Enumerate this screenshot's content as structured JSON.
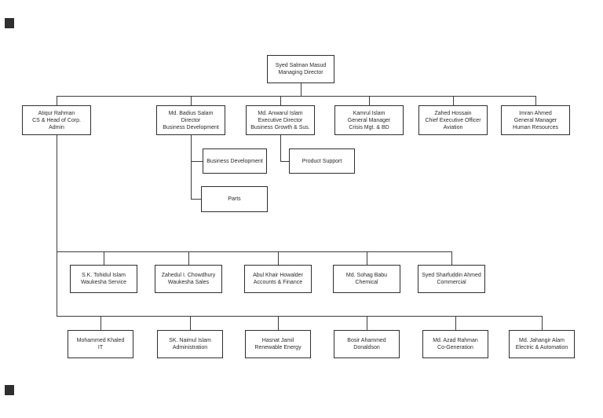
{
  "document": {
    "type": "organization-chart"
  },
  "nodes": {
    "md": [
      "Syed Salman Masud",
      "Managing Director"
    ],
    "row2": [
      [
        "Atiqur Rahman",
        "CS & Head of Corp.",
        "Admin"
      ],
      [
        "Md. Badius Salam",
        "Director",
        "Business Development"
      ],
      [
        "Md. Anwarul Islam",
        "Executive Director",
        "Business Growth & Sus."
      ],
      [
        "Kamrul Islam",
        "General Manager",
        "Crisis Mgt. &  BD"
      ],
      [
        "Zahed Hossain",
        "Chief Executive Officer",
        "Aviation"
      ],
      [
        "Imran Ahmed",
        "General Manager",
        "Human Resources"
      ]
    ],
    "sub": [
      [
        "Business Development"
      ],
      [
        "Product Support"
      ],
      [
        "Parts"
      ]
    ],
    "row3": [
      [
        "S.K. Tohidul Islam",
        "Waukesha Service"
      ],
      [
        "Zahedul I. Chowdhury",
        "Waukesha Sales"
      ],
      [
        "Abul Khair Howalder",
        "Accounts & Finance"
      ],
      [
        "Md. Sohag Babu",
        "Chemical"
      ],
      [
        "Syed Sharfuddin Ahmed",
        "Commercial"
      ]
    ],
    "row4": [
      [
        "Mohammed Khaled",
        "IT"
      ],
      [
        "SK. Naimul Islam",
        "Administration"
      ],
      [
        "Hasnat Jamil",
        "Renewable Energy"
      ],
      [
        "Bosir Ahammed",
        "Donaldson"
      ],
      [
        "Md. Azad Rahman",
        "Co-Generation"
      ],
      [
        "Md. Jahangir Alam",
        "Electric & Automation"
      ]
    ],
    "colors": {
      "line": "#3c3c3c",
      "box_border": "#2e2e2e",
      "text": "#2a2a2a"
    }
  }
}
